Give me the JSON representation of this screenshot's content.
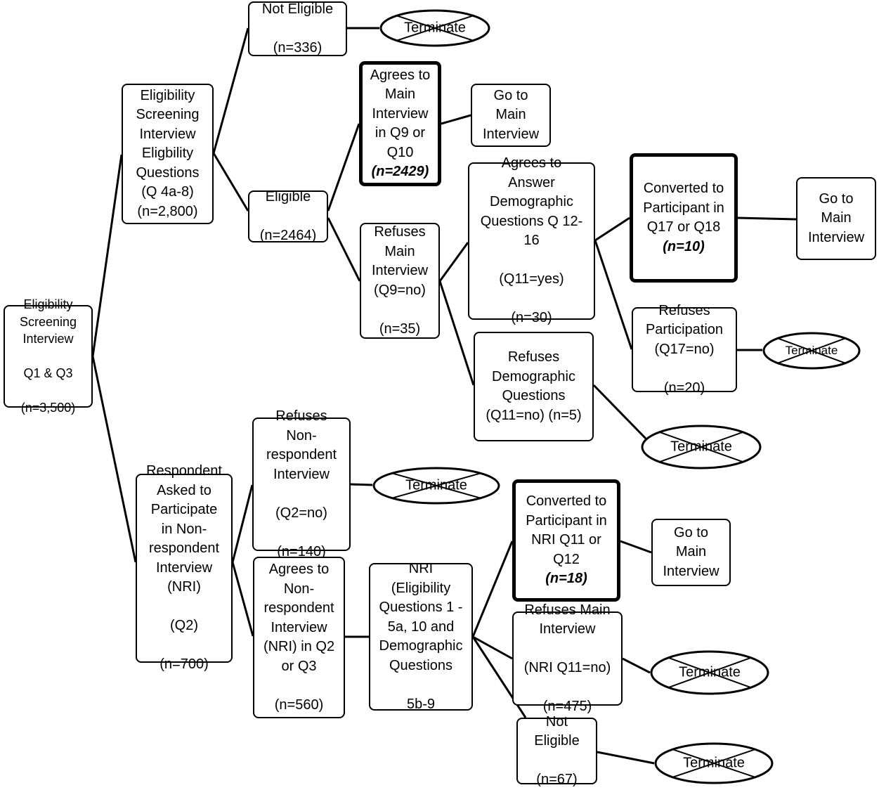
{
  "nodes": [
    {
      "id": "root",
      "text": "Eligibility\nScreening\nInterview\n\nQ1 & Q3\n\n(n=3,500)"
    },
    {
      "id": "esi",
      "text": "Eligibility\nScreening\nInterview\nEligbility\nQuestions\n(Q 4a-8)\n(n=2,800)"
    },
    {
      "id": "not_eligible",
      "text": "Not Eligible\n\n(n=336)"
    },
    {
      "id": "eligible",
      "text": "Eligible\n\n(n=2464)"
    },
    {
      "id": "agrees_main",
      "text": "Agrees to\nMain\nInterview\nin Q9 or\nQ10\n",
      "count": "(n=2429)"
    },
    {
      "id": "goto_main_1",
      "text": "Go to\nMain\nInterview"
    },
    {
      "id": "refuses_main",
      "text": "Refuses\nMain\nInterview\n(Q9=no)\n\n(n=35)"
    },
    {
      "id": "agrees_demo",
      "text": "Agrees to\nAnswer\nDemographic\nQuestions Q 12-\n16\n\n(Q11=yes)\n\n(n=30)"
    },
    {
      "id": "refuses_demo",
      "text": "Refuses\nDemographic\nQuestions\n(Q11=no) (n=5)"
    },
    {
      "id": "converted_1",
      "text": "Converted to\nParticipant in\nQ17 or Q18",
      "count": "(n=10)"
    },
    {
      "id": "goto_main_2",
      "text": "Go to\nMain\nInterview"
    },
    {
      "id": "refuses_participation",
      "text": "Refuses\nParticipation\n(Q17=no)\n\n(n=20)"
    },
    {
      "id": "respondent_nri",
      "text": "Respondent\nAsked  to\nParticipate\nin Non-\nrespondent\nInterview\n(NRI)\n\n(Q2)\n\n(n=700)"
    },
    {
      "id": "refuses_nonresp",
      "text": "Refuses\nNon-\nrespondent\nInterview\n\n(Q2=no)\n\n(n=140)"
    },
    {
      "id": "agrees_nonresp",
      "text": "Agrees to\nNon-\nrespondent\nInterview\n(NRI) in Q2\nor Q3\n\n(n=560)"
    },
    {
      "id": "nri_questions",
      "text": "NRI\n(Eligibility\nQuestions 1 -\n5a, 10 and\nDemographic\nQuestions\n\n5b-9"
    },
    {
      "id": "converted_2",
      "text": "Converted  to\nParticipant in\nNRI Q11 or\nQ12\n",
      "count": "(n=18)"
    },
    {
      "id": "goto_main_3",
      "text": "Go to\nMain\nInterview"
    },
    {
      "id": "refuses_main_nri",
      "text": "Refuses Main\nInterview\n\n(NRI Q11=no)\n\n(n=475)"
    },
    {
      "id": "not_eligible_2",
      "text": "Not\nEligible\n\n(n=67)"
    }
  ],
  "terminals": [
    {
      "id": "terminate_1",
      "label": "Terminate"
    },
    {
      "id": "terminate_2",
      "label": "Terminate"
    },
    {
      "id": "terminate_3",
      "label": "Terminate"
    },
    {
      "id": "terminate_4",
      "label": "Terminate"
    },
    {
      "id": "terminate_5",
      "label": "Terminate"
    },
    {
      "id": "terminate_6",
      "label": "Terminate"
    }
  ]
}
